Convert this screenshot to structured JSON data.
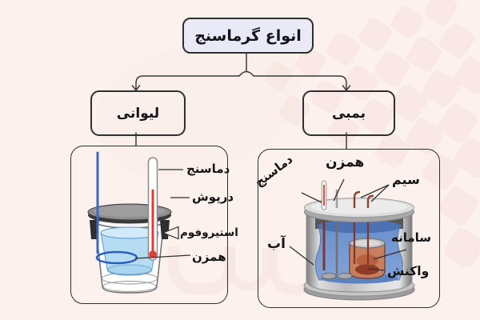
{
  "title": "انواع گرماسنج",
  "branches": {
    "cup": "لیوانی",
    "bomb": "بمبی"
  },
  "cup_panel": {
    "labels": {
      "thermometer": "دماسنج",
      "lid": "درپوش",
      "styrofoam": "استیروفوم",
      "stirrer": "همزن"
    }
  },
  "bomb_panel": {
    "labels": {
      "thermometer": "دماسنج",
      "stirrer": "همزن",
      "wire": "سیم",
      "water": "آب",
      "system": "سامانه",
      "reaction": "واکنش"
    }
  },
  "colors": {
    "background": "#fdf1ee",
    "title_box_fill": "#e9e9f8",
    "outline": "#2f2f2f",
    "cup_water": "#b5dcf2",
    "bomb_water": "#7295cd",
    "thermometer_red": "#e23b36",
    "stirrer_blue": "#3c69c6",
    "reaction_orange": "#c97f5b",
    "watermark_pink": "#f7e3e0"
  }
}
